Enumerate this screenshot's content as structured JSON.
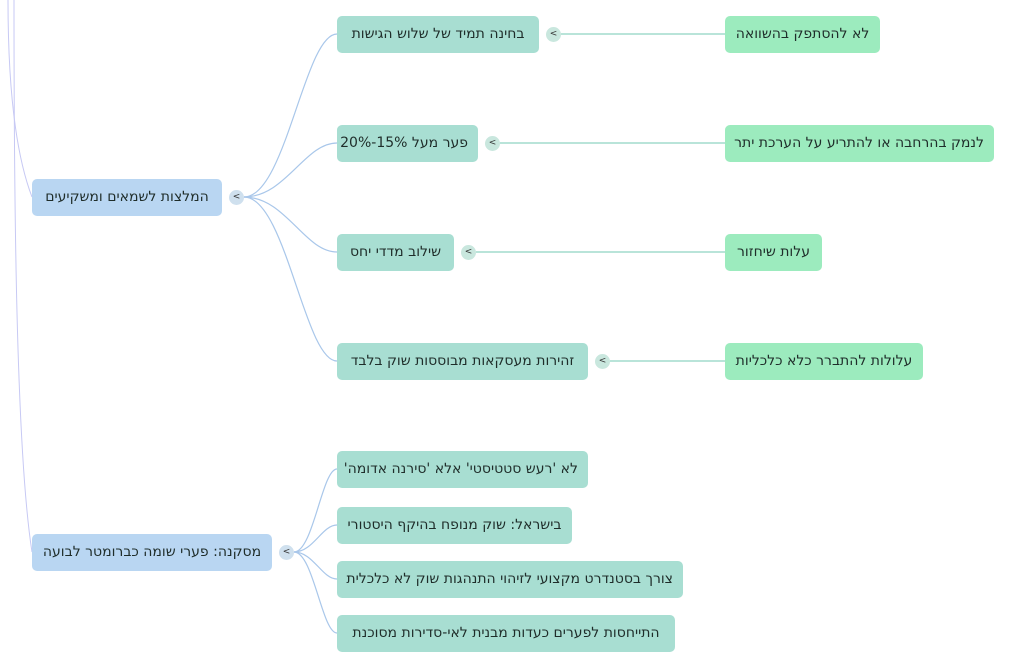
{
  "mindmap": {
    "collapse_glyph": "<",
    "colors": {
      "level1_fill": "#b9d6f2",
      "level2_fill": "#a8ded2",
      "level3_fill": "#9cebbe",
      "level1_edge": "#a9c7ea",
      "level2_edge": "#8fd3c2",
      "root_edge": "#c7c9f4"
    },
    "branches": [
      {
        "label": "המלצות לשמאים ומשקיעים",
        "children": [
          {
            "label": "בחינה תמיד של שלוש הגישות",
            "child": "לא להסתפק בהשוואה"
          },
          {
            "label": "פער מעל 15%-20%",
            "child": "לנמק בהרחבה או להתריע על הערכת יתר"
          },
          {
            "label": "שילוב מדדי יחס",
            "child": "עלות שיחזור"
          },
          {
            "label": "זהירות מעסקאות מבוססות שוק בלבד",
            "child": "עלולות להתברר כלא כלכליות"
          }
        ]
      },
      {
        "label": "מסקנה: פערי שומה כברומטר לבועה",
        "children": [
          {
            "label": "לא 'רעש סטטיסטי' אלא 'סירנה אדומה'"
          },
          {
            "label": "בישראל: שוק מנופח בהיקף היסטורי"
          },
          {
            "label": "צורך בסטנדרט מקצועי לזיהוי התנהגות שוק לא כלכלית"
          },
          {
            "label": "התייחסות לפערים כעדות מבנית לאי-סדירות מסוכנת"
          }
        ]
      }
    ]
  }
}
